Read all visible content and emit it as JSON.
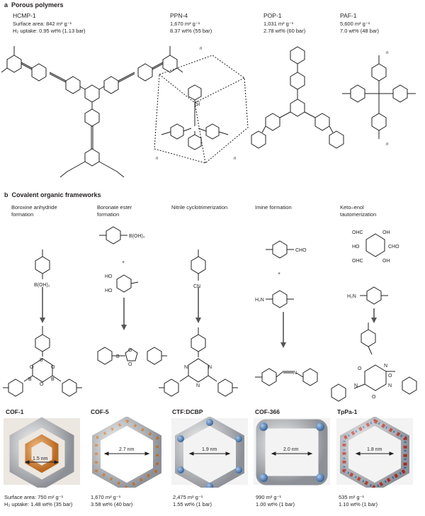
{
  "panel_a": {
    "letter": "a",
    "title": "Porous polymers",
    "polymers": [
      {
        "name": "HCMP-1",
        "surface": "Surface area: 842 m² g⁻¹",
        "uptake": "H₂ uptake: 0.95 wt% (1.13 bar)"
      },
      {
        "name": "PPN-4",
        "surface": "1,670 m² g⁻¹",
        "uptake": "8.37 wt% (55 bar)"
      },
      {
        "name": "POP-1",
        "surface": "1,031 m² g⁻¹",
        "uptake": "2.78 wt% (60 bar)"
      },
      {
        "name": "PAF-1",
        "surface": "5,600 m² g⁻¹",
        "uptake": "7.0 wt% (48 bar)"
      }
    ],
    "struct_labels": {
      "si": "Si",
      "n1": "n",
      "n2": "n",
      "n3": "n",
      "n4": "n",
      "n5": "n"
    }
  },
  "panel_b": {
    "letter": "b",
    "title": "Covalent organic frameworks",
    "reactions": [
      {
        "line1": "Boroxine anhydride",
        "line2": "formation"
      },
      {
        "line1": "Boronate ester",
        "line2": "formation"
      },
      {
        "line1": "Nitrile cyclotrimerization",
        "line2": ""
      },
      {
        "line1": "Imine formation",
        "line2": ""
      },
      {
        "line1": "Keto–enol",
        "line2": "tautomerization"
      }
    ],
    "chem": {
      "b_oh2_1": "B(OH)₂",
      "b_oh2_2": "B(OH)₂",
      "plus_1": "+",
      "plus_2": "+",
      "ho_1": "HO",
      "ho_2": "HO",
      "cn": "CN",
      "cho": "CHO",
      "h2n_1": "H₂N",
      "h2n_2": "H₂N",
      "ohc_1": "OHC",
      "oh_1": "OH",
      "ho_3": "HO",
      "cho_2": "CHO",
      "ohc_2": "OHC",
      "oh_2": "OH",
      "b_a": "B",
      "b_b": "B",
      "b_c": "B",
      "o_a": "O",
      "o_b": "O",
      "o_c": "O",
      "b_e": "B",
      "o_d": "O",
      "o_e": "O",
      "n_a": "N",
      "n_b": "N",
      "n_c": "N",
      "n_d": "N",
      "n_e": "N",
      "n_f": "N",
      "n_g": "N",
      "o_f": "O",
      "o_g": "O",
      "o_h": "O"
    },
    "cofs": [
      {
        "name": "COF-1",
        "pore": "1.5 nm",
        "surface": "Surface area: 750 m² g⁻¹",
        "uptake": "H₂ uptake: 1.48 wt% (35 bar)"
      },
      {
        "name": "COF-5",
        "pore": "2.7 nm",
        "surface": "1,670 m² g⁻¹",
        "uptake": "3.58 wt% (40 bar)"
      },
      {
        "name": "CTF:DCBP",
        "pore": "1.9 nm",
        "surface": "2,475 m² g⁻¹",
        "uptake": "1.55 wt% (1 bar)"
      },
      {
        "name": "COF-366",
        "pore": "2.0 nm",
        "surface": "990 m² g⁻¹",
        "uptake": "1.00 wt% (1 bar)"
      },
      {
        "name": "TpPa-1",
        "pore": "1.8 nm",
        "surface": "535 m² g⁻¹",
        "uptake": "1.10 wt% (1 bar)"
      }
    ]
  },
  "colors": {
    "bond": "#231f20",
    "arrow": "#555555",
    "atom_grey": "#b9bcc0",
    "boron_orange": "#d98a3a",
    "nitrogen_blue": "#4d7fb5",
    "oxygen_red": "#c94a45",
    "panel_bg": "#f2f2f2"
  }
}
